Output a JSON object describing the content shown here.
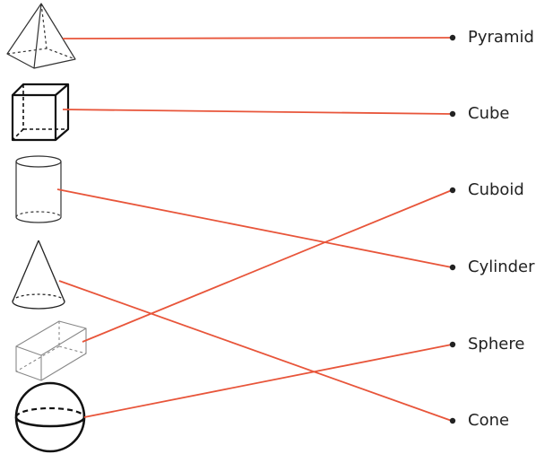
{
  "accent_color": "#e8553a",
  "shapes": [
    {
      "icon": "pyramid-icon"
    },
    {
      "icon": "cube-icon"
    },
    {
      "icon": "cylinder-icon"
    },
    {
      "icon": "cone-icon"
    },
    {
      "icon": "cuboid-icon"
    },
    {
      "icon": "sphere-icon"
    }
  ],
  "labels": [
    "Pyramid",
    "Cube",
    "Cuboid",
    "Cylinder",
    "Sphere",
    "Cone"
  ],
  "matches": [
    {
      "shape": "pyramid-icon",
      "label": "Pyramid"
    },
    {
      "shape": "cube-icon",
      "label": "Cube"
    },
    {
      "shape": "cylinder-icon",
      "label": "Cylinder"
    },
    {
      "shape": "cone-icon",
      "label": "Cone"
    },
    {
      "shape": "cuboid-icon",
      "label": "Cuboid"
    },
    {
      "shape": "sphere-icon",
      "label": "Sphere"
    }
  ]
}
